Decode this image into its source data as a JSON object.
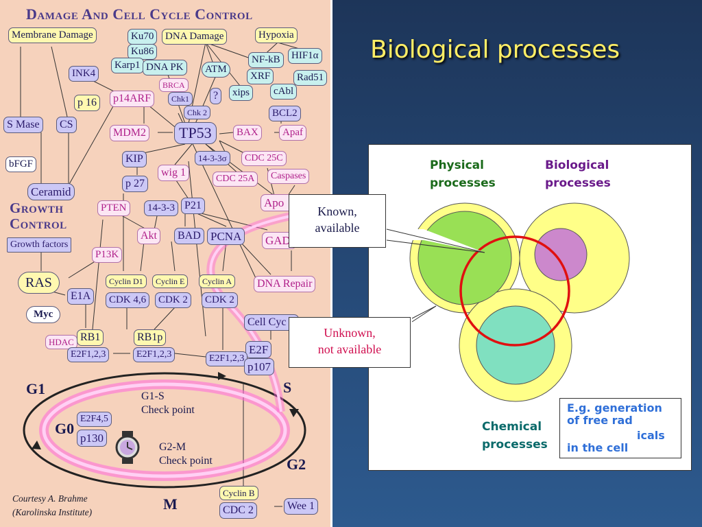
{
  "left": {
    "title": "Damage And Cell Cycle Control",
    "growth_title_1": "Growth",
    "growth_title_2": "Control",
    "nodes": {
      "membrane_damage": "Membrane Damage",
      "ku70": "Ku70",
      "ku86": "Ku86",
      "dna_damage": "DNA Damage",
      "hypoxia": "Hypoxia",
      "karp1": "Karp1",
      "dna_pk": "DNA PK",
      "atm": "ATM",
      "nfkb": "NF-kB",
      "hif1a": "HIF1α",
      "xrf": "XRF",
      "rad51": "Rad51",
      "ink4": "INK4",
      "brca": "BRCA",
      "xips": "xips",
      "cabl": "cAbl",
      "p16": "p 16",
      "p14arf": "p14ARF",
      "chk1": "Chk1",
      "question": "?",
      "chk2": "Chk 2",
      "bcl2": "BCL2",
      "s_mase": "S Mase",
      "cs": "CS",
      "mdm2": "MDM2",
      "tp53": "TP53",
      "bax": "BAX",
      "apaf": "Apaf",
      "bfgf": "bFGF",
      "kip": "KIP",
      "p1433s": "14-3-3σ",
      "cdc25c": "CDC 25C",
      "wig1": "wig 1",
      "cdc25a": "CDC 25A",
      "caspases": "Caspases",
      "ceramid": "Ceramid",
      "p27": "p 27",
      "apo": "Apo",
      "pten": "PTEN",
      "p1433": "14-3-3",
      "p21": "P21",
      "growth_factors": "Growth factors",
      "akt": "Akt",
      "bad": "BAD",
      "pcna": "PCNA",
      "gad": "GAD",
      "p13k": "P13K",
      "ras": "RAS",
      "cyclin_d1": "Cyclin D1",
      "cyclin_e": "Cyclin E",
      "cyclin_a": "Cyclin A",
      "dna_repair": "DNA Repair",
      "e1a": "E1A",
      "cdk46": "CDK 4,6",
      "cdk2a": "CDK 2",
      "cdk2b": "CDK 2",
      "myc": "Myc",
      "cell_cycle": "Cell Cyc",
      "hdac": "HDAC",
      "rb1": "RB1",
      "rb1p": "RB1p",
      "e2f": "E2F",
      "e2f123a": "E2F1,2,3",
      "e2f123b": "E2F1,2,3",
      "e2f123c": "E2F1,2,3",
      "p107": "p107",
      "e2f45": "E2F4,5",
      "p130": "p130",
      "cyclin_b": "Cyclin B",
      "cdc2": "CDC 2",
      "wee1": "Wee 1"
    },
    "phases": {
      "g1": "G1",
      "s": "S",
      "g0": "G0",
      "g2": "G2",
      "m": "M"
    },
    "checkpoint_g1s": [
      "G1-S",
      "Check point"
    ],
    "checkpoint_g2m": [
      "G2-M",
      "Check point"
    ],
    "courtesy": [
      "Courtesy A. Brahme",
      "(Karolinska Institute)"
    ]
  },
  "right": {
    "title": "Biological processes",
    "physical": [
      "Physical",
      "processes"
    ],
    "biological": [
      "Biological",
      "processes"
    ],
    "chemical": [
      "Chemical",
      "processes"
    ],
    "known": [
      "Known,",
      "available"
    ],
    "unknown": [
      "Unknown,",
      "not available"
    ],
    "example": [
      "E.g. generation",
      "of free rad",
      "icals",
      "in the cell"
    ]
  },
  "colors": {
    "left_bg": "#f6d2bc",
    "slide_bg": "#26456e",
    "title_yellow": "#ffee66",
    "outer_ring": "#ffff88",
    "physical": "#99e055",
    "biological": "#cc88cc",
    "chemical": "#80e0c0",
    "red_circle": "#e01010",
    "unknown_text": "#d01050",
    "example_text": "#2f6fd8"
  }
}
